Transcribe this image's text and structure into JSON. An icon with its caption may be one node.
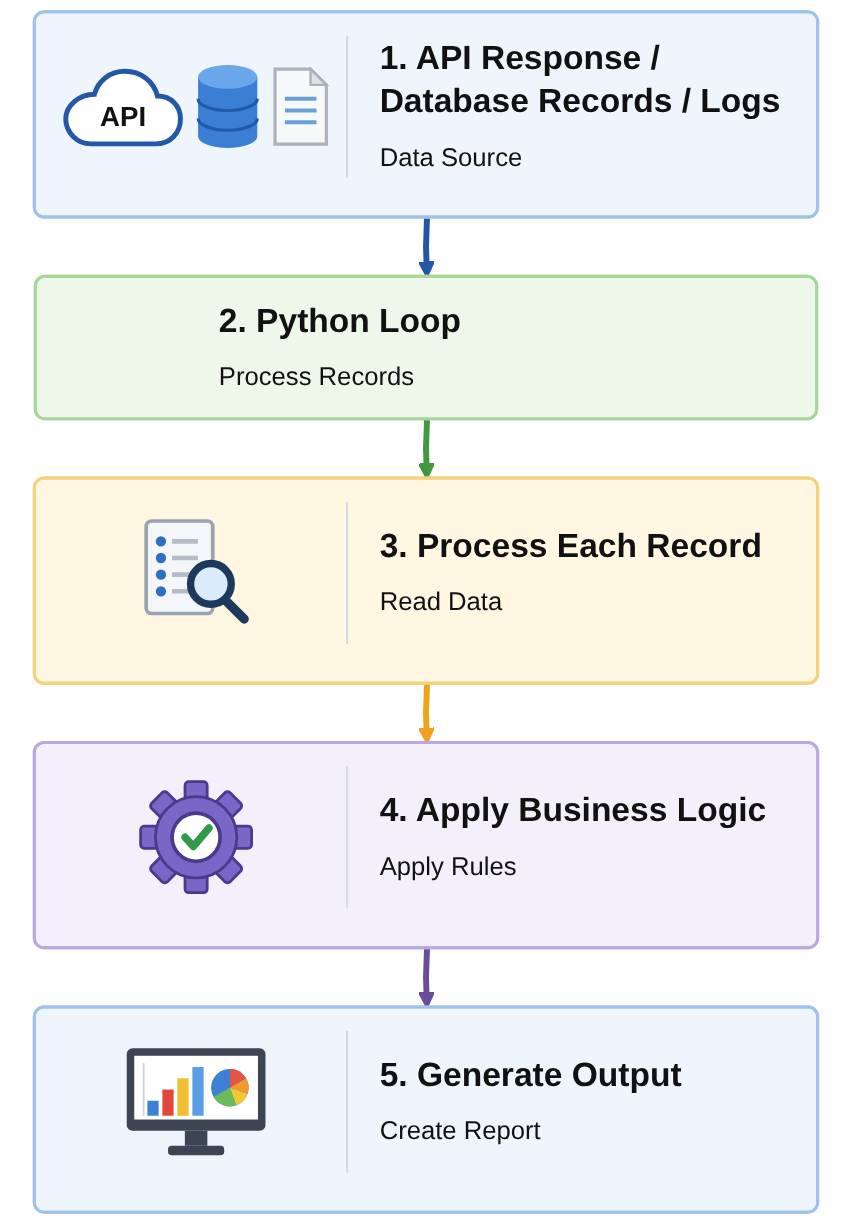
{
  "diagram": {
    "nodes": [
      {
        "text": [
          "API",
          "1. API Response / Database Records / Logs",
          "Data Source"
        ]
      },
      {
        "text": [
          "2. Python Loop",
          "Process Records"
        ]
      },
      {
        "text": [
          "3. Process Each Record",
          "Read Data"
        ]
      },
      {
        "text": [
          "4. Apply Business Logic",
          "Apply Rules"
        ]
      },
      {
        "text": [
          "5. Generate Output",
          "Create Report"
        ]
      }
    ],
    "edges": [
      {
        "from": 0,
        "to": 1,
        "arrow": "to",
        "color": "#2456a8"
      },
      {
        "from": 1,
        "to": 2,
        "arrow": "to",
        "color": "#3f9a3f"
      },
      {
        "from": 2,
        "to": 3,
        "arrow": "to",
        "color": "#f0a21c"
      },
      {
        "from": 3,
        "to": 4,
        "arrow": "to",
        "color": "#6a4c9c"
      }
    ]
  }
}
